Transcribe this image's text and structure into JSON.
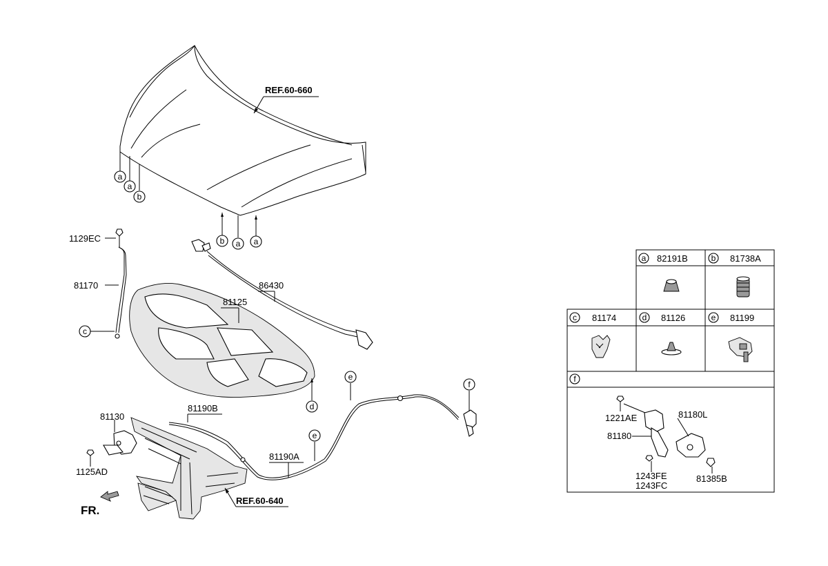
{
  "refs": {
    "hood": "REF.60-660",
    "frame": "REF.60-640"
  },
  "direction_label": "FR.",
  "callouts": {
    "hood_left": [
      "a",
      "a",
      "b"
    ],
    "hood_front": [
      "b",
      "a",
      "a"
    ],
    "stay": "c",
    "insulator": "d",
    "cable_upper": "e",
    "cable_lower": "e",
    "latch_right": "f"
  },
  "part_numbers": {
    "bolt_top": "1129EC",
    "stay_rod": "81170",
    "weatherstrip": "86430",
    "insulator_pad": "81125",
    "latch": "81130",
    "latch_bolt": "1125AD",
    "cable_b": "81190B",
    "cable_a": "81190A"
  },
  "legend": {
    "row1": [
      {
        "letter": "a",
        "part": "82191B",
        "icon": "bumper-stopper-icon"
      },
      {
        "letter": "b",
        "part": "81738A",
        "icon": "spring-buffer-icon"
      }
    ],
    "row2": [
      {
        "letter": "c",
        "part": "81174",
        "icon": "stay-clip-icon"
      },
      {
        "letter": "d",
        "part": "81126",
        "icon": "push-clip-icon"
      },
      {
        "letter": "e",
        "part": "81199",
        "icon": "cable-clip-icon"
      }
    ],
    "row3_letter": "f",
    "assembly": {
      "bolt_upper": "1221AE",
      "handle_l": "81180L",
      "handle": "81180",
      "screw_fe": "1243FE",
      "screw_fc": "1243FC",
      "nut": "81385B"
    }
  }
}
